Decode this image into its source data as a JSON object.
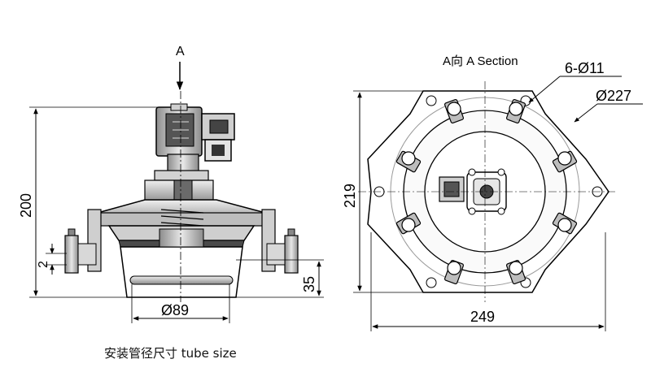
{
  "side_view": {
    "view_arrow_label": "A",
    "dim_height": "200",
    "dim_wall": "2",
    "dim_outlet_height": "35",
    "dim_tube_diameter": "Ø89"
  },
  "a_view": {
    "title": "A向 A Section",
    "dim_holes": "6-Ø11",
    "dim_bolt_circle": "Ø227",
    "dim_height": "219",
    "dim_width": "249"
  },
  "caption": "安装管径尺寸 tube size",
  "colors": {
    "line": "#000000",
    "body_fill": "#d9d9d9",
    "dark_fill": "#4a4a4a",
    "aux": "#9a9a9a"
  }
}
